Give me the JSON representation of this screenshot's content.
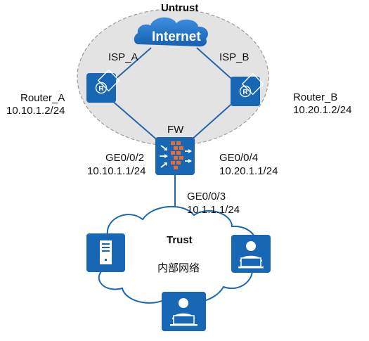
{
  "zones": {
    "untrust": "Untrust",
    "trust": "Trust",
    "trust_subtitle": "内部网络"
  },
  "internet": {
    "label": "Internet"
  },
  "isp_links": {
    "left": "ISP_A",
    "right": "ISP_B"
  },
  "router_a": {
    "name": "Router_A",
    "ip": "10.10.1.2/24"
  },
  "router_b": {
    "name": "Router_B",
    "ip": "10.20.1.2/24"
  },
  "firewall": {
    "name": "FW",
    "port_left": "GE0/0/2",
    "ip_left": "10.10.1.1/24",
    "port_right": "GE0/0/4",
    "ip_right": "10.20.1.1/24",
    "port_down": "GE0/0/3",
    "ip_down": "10.1.1.1/24"
  },
  "colors": {
    "device_blue": "#1767b4",
    "zone_gray": "#e3e3e3",
    "zone_border": "#9a9a9a",
    "link_blue": "#2a62a8",
    "firewall_bricks": "#f26a2b",
    "cloud_border": "#1767b4"
  },
  "icons": {
    "router": "router-icon",
    "firewall": "firewall-icon",
    "server": "server-icon",
    "user": "user-workstation-icon",
    "cloud": "cloud-icon"
  }
}
